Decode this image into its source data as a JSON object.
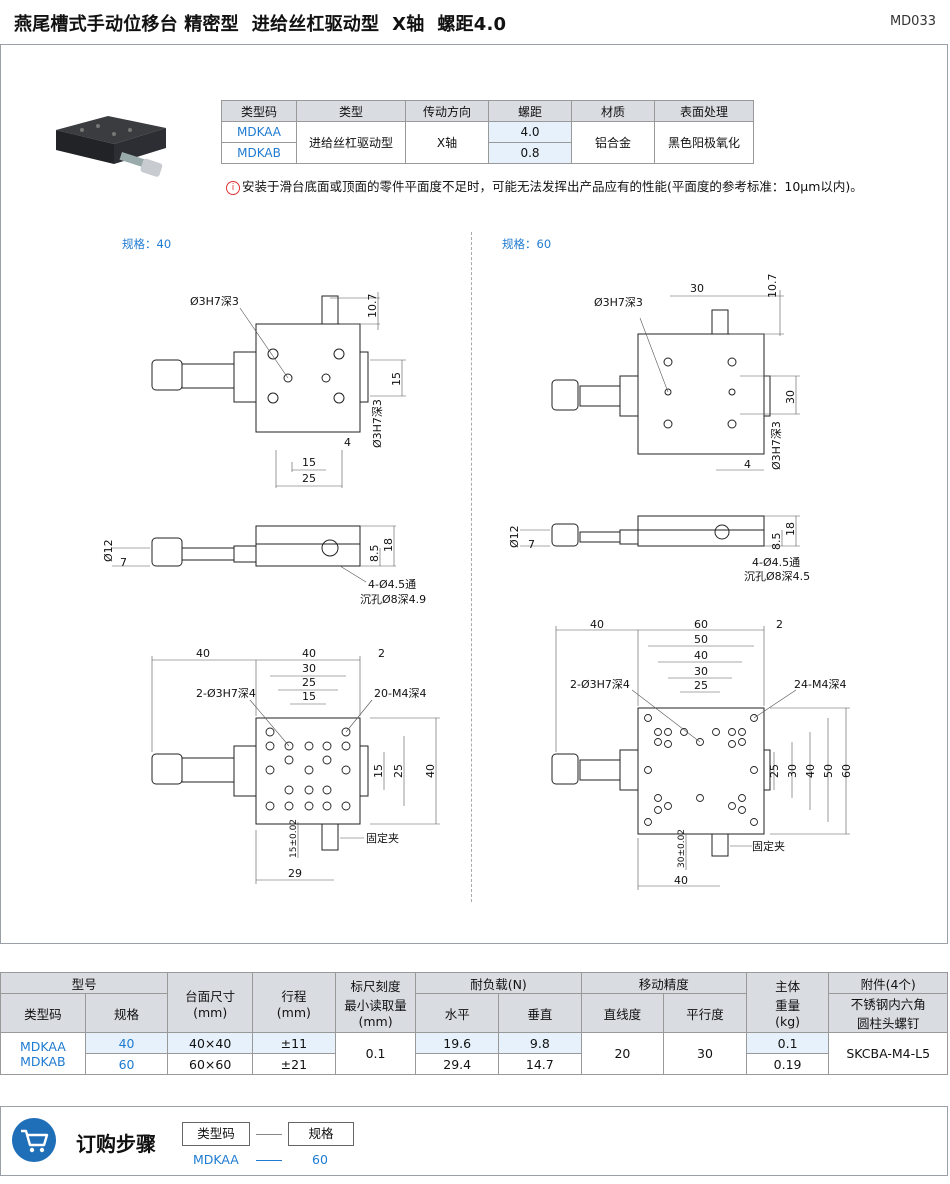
{
  "header": {
    "title": "燕尾槽式手动位移台 精密型  进给丝杠驱动型  X轴  螺距4.0",
    "code": "MD033"
  },
  "type_table": {
    "headers": [
      "类型码",
      "类型",
      "传动方向",
      "螺距",
      "材质",
      "表面处理"
    ],
    "codes": [
      "MDKAA",
      "MDKAB"
    ],
    "type": "进给丝杠驱动型",
    "direction": "X轴",
    "pitches": [
      "4.0",
      "0.8"
    ],
    "material": "铝合金",
    "surface": "黑色阳极氧化"
  },
  "note": "安装于滑台底面或顶面的零件平面度不足时，可能无法发挥出产品应有的性能(平面度的参考标准：10μm以内)。",
  "drawings": {
    "left_label": "规格：40",
    "right_label": "规格：60",
    "left": {
      "hole_label": "Ø3H7深3",
      "hole_label_vert": "Ø3H7深3",
      "dim_107": "10.7",
      "dim_15_v": "15",
      "dim_4": "4",
      "dim_15": "15",
      "dim_25": "25",
      "side_dia": "Ø12",
      "side_7": "7",
      "side_85": "8.5",
      "side_18": "18",
      "thru": "4-Ø4.5通",
      "cbore": "沉孔Ø8深4.9",
      "top_40a": "40",
      "top_40b": "40",
      "top_30": "30",
      "top_25": "25",
      "top_15": "15",
      "top_2": "2",
      "pin_label": "2-Ø3H7深4",
      "tap_label": "20-M4深4",
      "r15": "15",
      "r25": "25",
      "r40": "40",
      "clamp": "固定夹",
      "bot_15": "15±0.02",
      "bot_29": "29"
    },
    "right": {
      "hole_label": "Ø3H7深3",
      "hole_label_vert": "Ø3H7深3",
      "dim_30": "30",
      "dim_107": "10.7",
      "dim_30_v": "30",
      "dim_4": "4",
      "side_dia": "Ø12",
      "side_7": "7",
      "side_85": "8.5",
      "side_18": "18",
      "thru": "4-Ø4.5通",
      "cbore": "沉孔Ø8深4.5",
      "top_40a": "40",
      "top_60": "60",
      "top_2": "2",
      "top_50": "50",
      "top_40b": "40",
      "top_30": "30",
      "top_25": "25",
      "pin_label": "2-Ø3H7深4",
      "tap_label": "24-M4深4",
      "r25": "25",
      "r30": "30",
      "r40": "40",
      "r50": "50",
      "r60": "60",
      "clamp": "固定夹",
      "bot_30": "30±0.02",
      "bot_40": "40"
    }
  },
  "spec_table": {
    "h_model": "型号",
    "h_typecode": "类型码",
    "h_size": "规格",
    "h_table": "台面尺寸\n(mm)",
    "h_stroke": "行程\n(mm)",
    "h_scale": "标尺刻度\n最小读取量\n(mm)",
    "h_load": "耐负载(N)",
    "h_load_h": "水平",
    "h_load_v": "垂直",
    "h_accuracy": "移动精度",
    "h_straight": "直线度",
    "h_parallel": "平行度",
    "h_weight": "主体\n重量\n(kg)",
    "h_acc": "附件(4个)",
    "h_acc_sub": "不锈钢内六角\n圆柱头螺钉",
    "codes": [
      "MDKAA",
      "MDKAB"
    ],
    "rows": [
      {
        "size": "40",
        "table": "40×40",
        "stroke": "±11",
        "load_h": "19.6",
        "load_v": "9.8",
        "weight": "0.1"
      },
      {
        "size": "60",
        "table": "60×60",
        "stroke": "±21",
        "load_h": "29.4",
        "load_v": "14.7",
        "weight": "0.19"
      }
    ],
    "scale": "0.1",
    "straight": "20",
    "parallel": "30",
    "accessory": "SKCBA-M4-L5"
  },
  "order": {
    "title": "订购步骤",
    "box1": "类型码",
    "box2": "规格",
    "val1": "MDKAA",
    "val2": "60"
  },
  "colors": {
    "accent": "#1f7bd1",
    "header_bg": "#d9dde2",
    "cart": "#1f6fb8"
  }
}
